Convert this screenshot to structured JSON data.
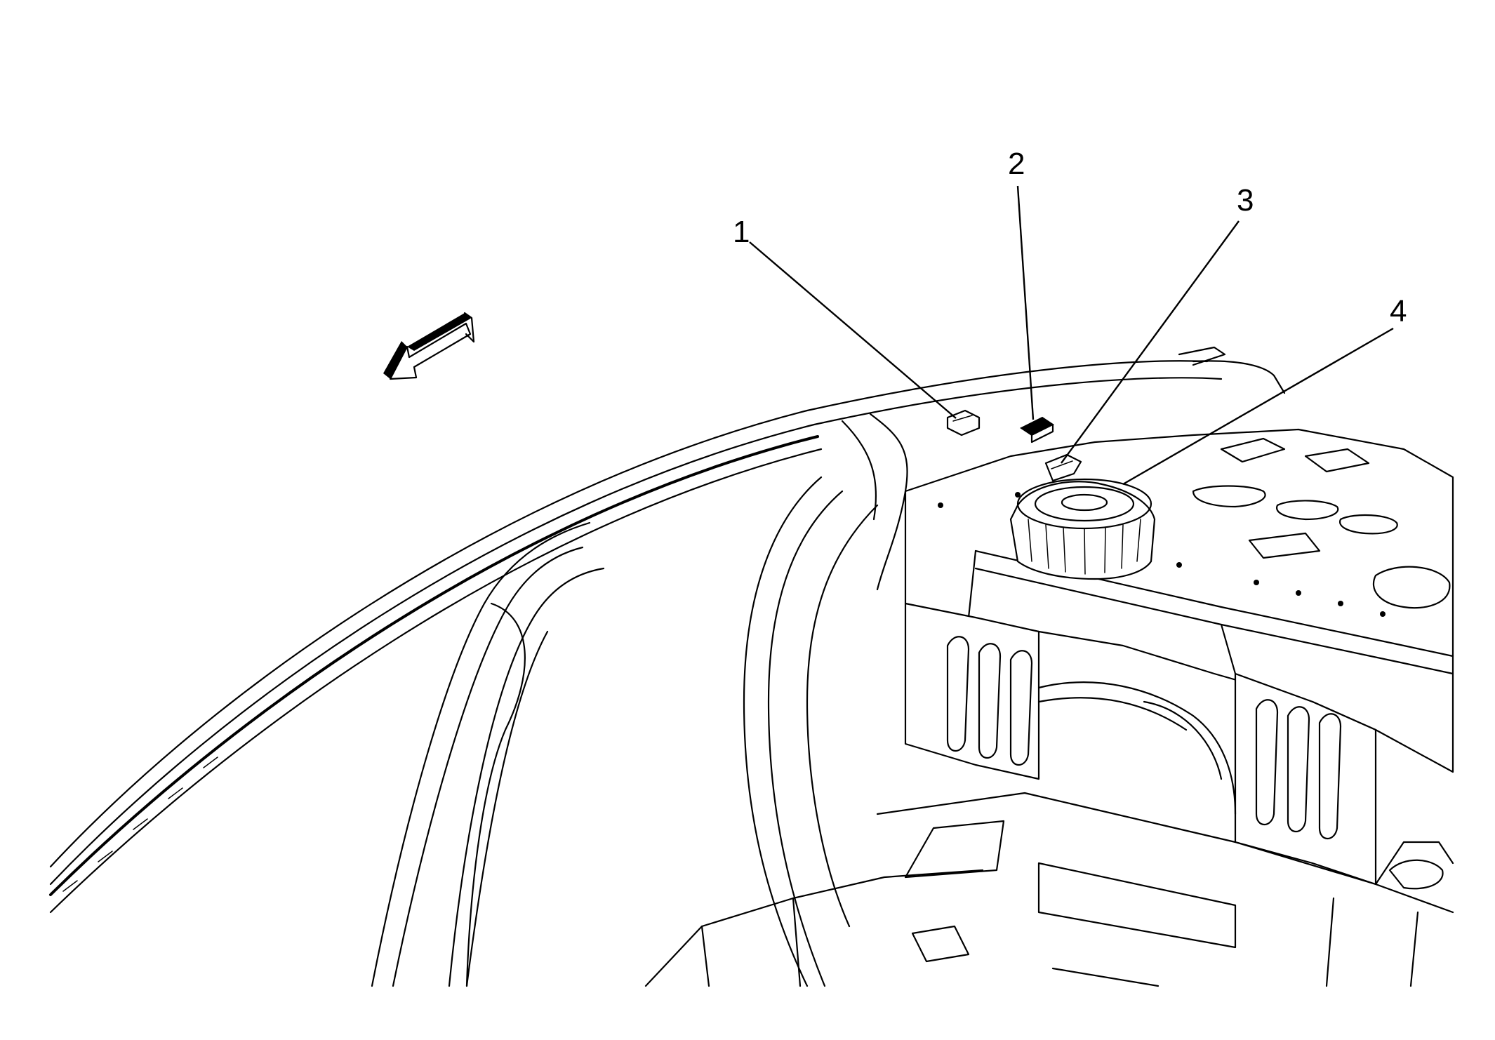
{
  "diagram": {
    "callouts": [
      {
        "number": "1"
      },
      {
        "number": "2"
      },
      {
        "number": "3"
      },
      {
        "number": "4"
      }
    ],
    "direction_arrow": {
      "icon": "front-direction-arrow-icon"
    }
  }
}
